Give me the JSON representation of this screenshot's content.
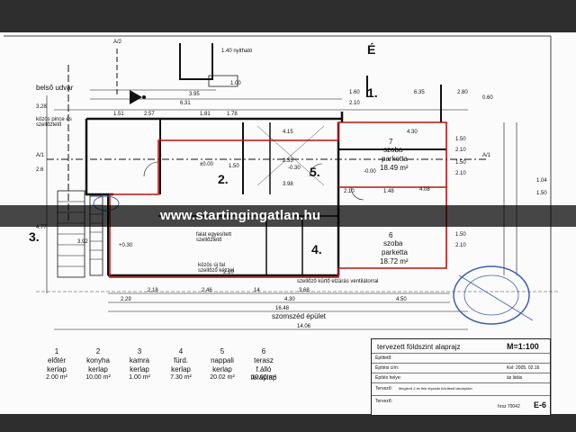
{
  "north": "É",
  "section_marks": {
    "top": "A/2",
    "left": "A/1",
    "right": "A/1"
  },
  "outside": {
    "yard": "belső udvar",
    "neighbour_cellar": "közös pince és\nszellőztető",
    "neighbour_building": "szomszéd épület"
  },
  "rooms": [
    {
      "num": "1.",
      "name": "",
      "floor": "",
      "area": ""
    },
    {
      "num": "2.",
      "name": "",
      "floor": "",
      "area": ""
    },
    {
      "num": "3.",
      "name": "",
      "floor": "",
      "area": ""
    },
    {
      "num": "4.",
      "name": "",
      "floor": "",
      "area": ""
    },
    {
      "num": "5.",
      "name": "",
      "floor": "",
      "area": ""
    },
    {
      "num": "7",
      "name": "szoba",
      "floor": "parketta",
      "area": "18.49 m²"
    },
    {
      "num": "6",
      "name": "szoba",
      "floor": "parketta",
      "area": "18.72 m²"
    }
  ],
  "notes": {
    "wall": "falat egyesített\nszellőztető",
    "wall_vent": "közös új fal\nszellőző kézzel",
    "ventilation": "szellőző kürtő elzárás ventilátorral",
    "stair": "1.40 nyitható"
  },
  "levels": {
    "a": "±0.00",
    "b": "-0.00",
    "c": "-0.30",
    "d": "+0.30"
  },
  "dimensions": {
    "top": [
      "3.95",
      "6.31",
      "1.51",
      "2.57",
      "1.81",
      "1.78",
      "4.15",
      "2.10",
      "4.30",
      "2.80",
      "6.35",
      "0.60",
      "1.00",
      "1.60"
    ],
    "bottom": [
      "2.18",
      "2.46",
      "14",
      "3.68",
      "4.30",
      "4.50",
      "14.06",
      "16.48",
      "2.29",
      "2.10"
    ],
    "left": [
      "3.28",
      "2.6",
      "4.77",
      "3.92"
    ],
    "right": [
      "1.50",
      "2.10",
      "1.50",
      "2.10",
      "1.50",
      "2.10",
      "1.50",
      "1.04"
    ],
    "inner": [
      "3.98",
      "2.35",
      "1.50",
      "4.08",
      "2.10",
      "1.48"
    ]
  },
  "watermark": "www.startingingatlan.hu",
  "legend": [
    {
      "num": "1",
      "room": "előtér",
      "floor": "kerlap",
      "area": "2.00 m²"
    },
    {
      "num": "2",
      "room": "konyha",
      "floor": "kerlap",
      "area": "10.00 m²"
    },
    {
      "num": "3",
      "room": "kamra",
      "floor": "kerlap",
      "area": "1.00 m²"
    },
    {
      "num": "4",
      "room": "fürd.",
      "floor": "kerlap",
      "area": "7.30 m²"
    },
    {
      "num": "5",
      "room": "nappali",
      "floor": "kerlap",
      "area": "20.02 m²"
    },
    {
      "num": "6",
      "room": "terasz",
      "floor": "f.álló teraplap",
      "area": "10.00 m²"
    }
  ],
  "title_block": {
    "title": "tervezett földszint alaprajz",
    "scale": "M=1:100",
    "rows": [
      {
        "label": "Építtető:",
        "value": ""
      },
      {
        "label": "Építési cím:",
        "value": "Kel: 2005. 02.16"
      },
      {
        "label": "Építés helye:",
        "value": "ás látás"
      },
      {
        "label": "Tervező:",
        "value": "Meglévő  2 és fele  lépcsős  bővítésű  lakóépület"
      },
      {
        "label": "Tervező:",
        "value": ""
      }
    ],
    "sheet_ref": "hrsz 70042",
    "sheet_no": "E-6"
  }
}
